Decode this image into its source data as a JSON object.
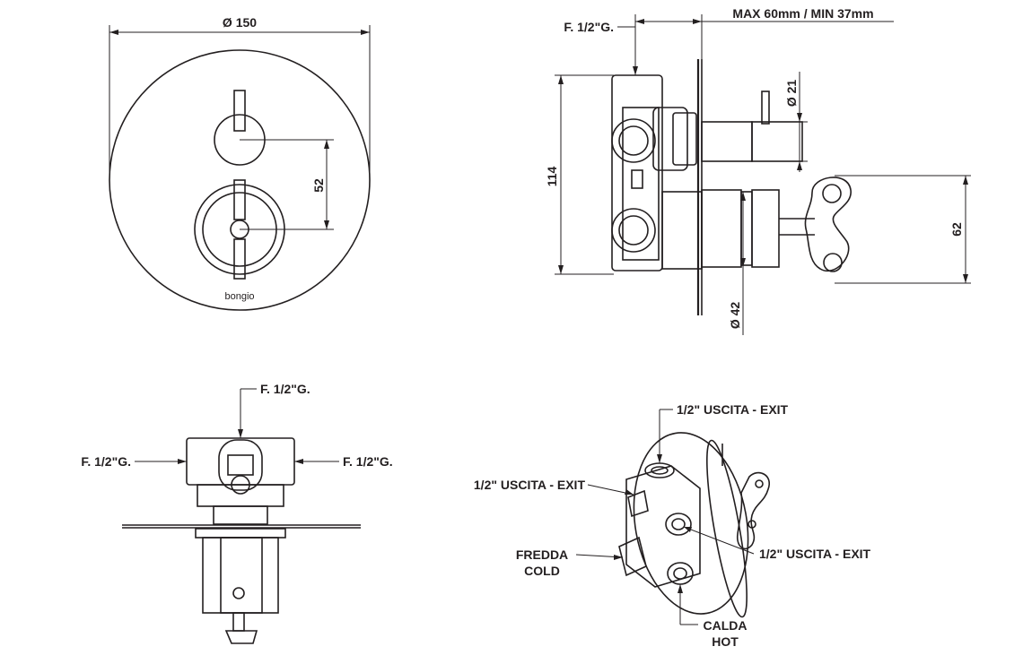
{
  "front_view": {
    "diameter_label": "Ø 150",
    "spacing_label": "52",
    "brand_logo": "bongio"
  },
  "side_view": {
    "connection_label": "F. 1/2\"G.",
    "wall_depth_label": "MAX 60mm / MIN 37mm",
    "handle_diameter_label": "Ø 21",
    "height_label": "114",
    "knob_spacing_label": "62",
    "body_diameter_label": "Ø 42"
  },
  "bottom_view": {
    "top_connection_label": "F. 1/2\"G.",
    "left_connection_label": "F. 1/2\"G.",
    "right_connection_label": "F. 1/2\"G."
  },
  "iso_view": {
    "top_exit_label": "1/2\" USCITA - EXIT",
    "left_exit_label": "1/2\" USCITA - EXIT",
    "right_exit_label": "1/2\" USCITA - EXIT",
    "cold_label_it": "FREDDA",
    "cold_label_en": "COLD",
    "hot_label_it": "CALDA",
    "hot_label_en": "HOT"
  }
}
